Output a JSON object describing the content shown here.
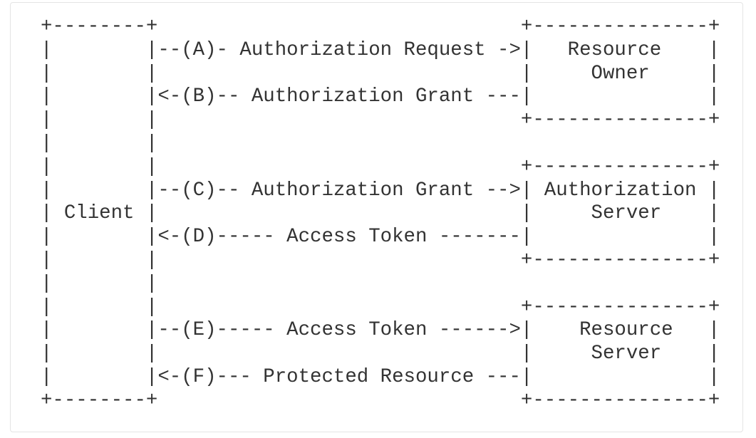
{
  "diagram": {
    "lines": [
      "+--------+                               +---------------+",
      "|        |--(A)- Authorization Request ->|   Resource    |",
      "|        |                               |     Owner     |",
      "|        |<-(B)-- Authorization Grant ---|               |",
      "|        |                               +---------------+",
      "|        |",
      "|        |                               +---------------+",
      "|        |--(C)-- Authorization Grant -->| Authorization |",
      "| Client |                               |     Server    |",
      "|        |<-(D)----- Access Token -------|               |",
      "|        |                               +---------------+",
      "|        |",
      "|        |                               +---------------+",
      "|        |--(E)----- Access Token ------>|    Resource   |",
      "|        |                               |     Server    |",
      "|        |<-(F)--- Protected Resource ---|               |",
      "+--------+                               +---------------+"
    ]
  }
}
